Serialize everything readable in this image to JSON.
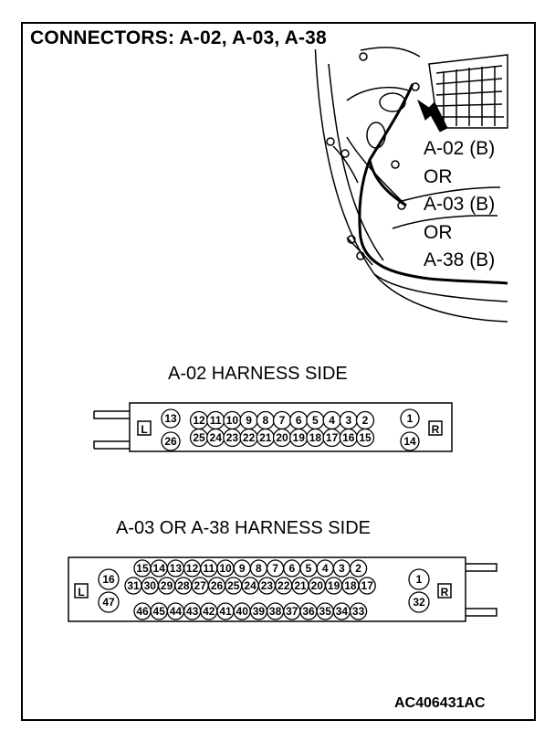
{
  "title": "CONNECTORS: A-02, A-03, A-38",
  "location_labels": [
    "A-02 (B)",
    "OR",
    "A-03 (B)",
    "OR",
    "A-38 (B)"
  ],
  "connector1": {
    "caption": "A-02 HARNESS SIDE",
    "left_mark": "L",
    "right_mark": "R",
    "top_row": [
      "13",
      "12",
      "11",
      "10",
      "9",
      "8",
      "7",
      "6",
      "5",
      "4",
      "3",
      "2",
      "1"
    ],
    "bottom_row": [
      "26",
      "25",
      "24",
      "23",
      "22",
      "21",
      "20",
      "19",
      "18",
      "17",
      "16",
      "15",
      "14"
    ]
  },
  "connector2": {
    "caption": "A-03 OR A-38 HARNESS SIDE",
    "left_mark": "L",
    "right_mark": "R",
    "row1": [
      "15",
      "14",
      "13",
      "12",
      "11",
      "10",
      "9",
      "8",
      "7",
      "6",
      "5",
      "4",
      "3",
      "2"
    ],
    "row2": [
      "31",
      "30",
      "29",
      "28",
      "27",
      "26",
      "25",
      "24",
      "23",
      "22",
      "21",
      "20",
      "19",
      "18",
      "17"
    ],
    "row3": [
      "46",
      "45",
      "44",
      "43",
      "42",
      "41",
      "40",
      "39",
      "38",
      "37",
      "36",
      "35",
      "34",
      "33"
    ],
    "left_upper": "16",
    "left_lower": "47",
    "right_upper": "1",
    "right_lower": "32"
  },
  "figure_code": "AC406431AC"
}
